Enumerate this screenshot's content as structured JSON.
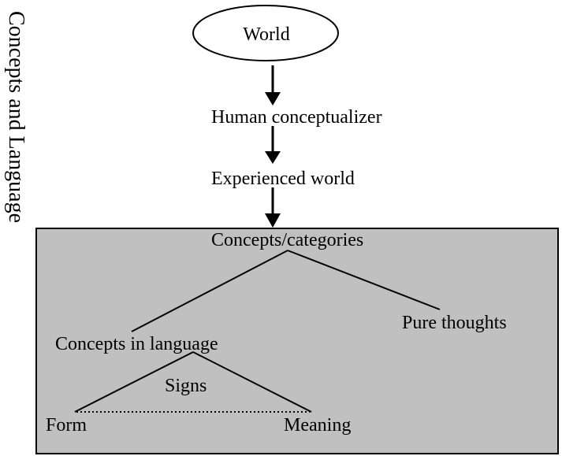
{
  "side_title": "Concepts and Language",
  "nodes": {
    "world": "World",
    "human_conceptualizer": "Human conceptualizer",
    "experienced_world": "Experienced world",
    "concepts_categories": "Concepts/categories",
    "pure_thoughts": "Pure thoughts",
    "concepts_in_language": "Concepts in language",
    "signs": "Signs",
    "form": "Form",
    "meaning": "Meaning"
  },
  "colors": {
    "panel_fill": "#c0c0c0",
    "stroke": "#000000",
    "background": "#ffffff"
  }
}
